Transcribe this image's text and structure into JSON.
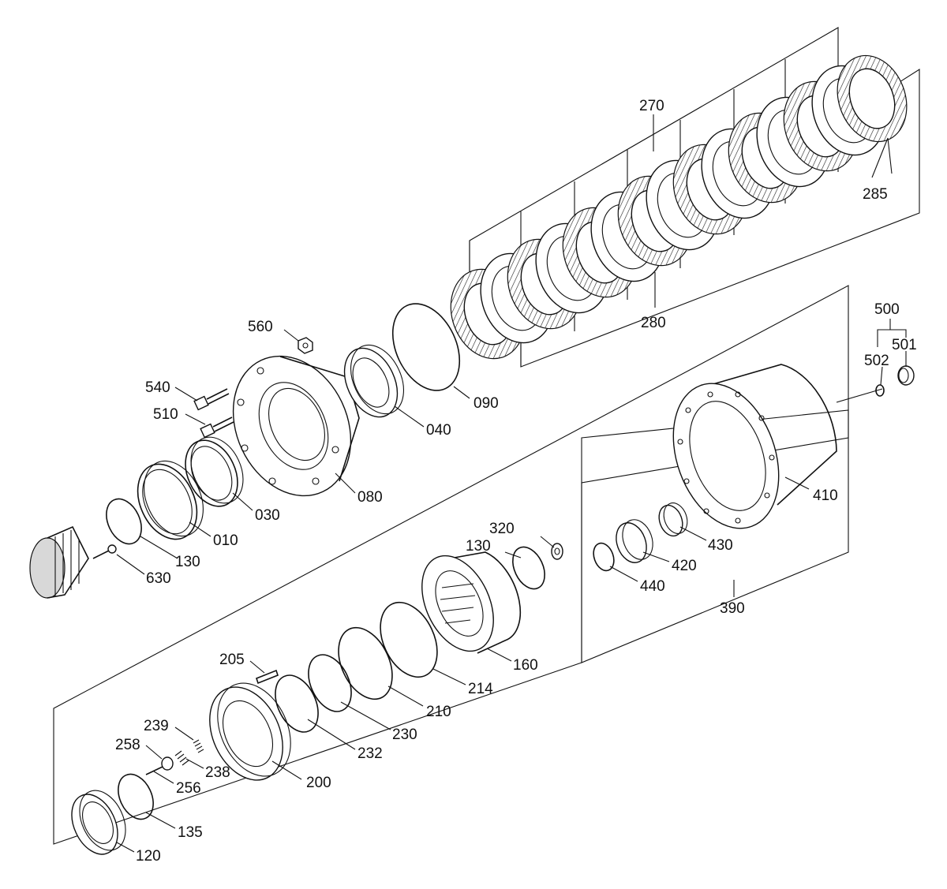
{
  "diagram": {
    "labels": {
      "l270": "270",
      "l285": "285",
      "l280": "280",
      "l560": "560",
      "l540": "540",
      "l510": "510",
      "l090": "090",
      "l040": "040",
      "l080": "080",
      "l030": "030",
      "l010": "010",
      "l130a": "130",
      "l630": "630",
      "l500": "500",
      "l502": "502",
      "l501": "501",
      "l410": "410",
      "l320": "320",
      "l130b": "130",
      "l430": "430",
      "l420": "420",
      "l440": "440",
      "l390": "390",
      "l160": "160",
      "l214": "214",
      "l210": "210",
      "l230": "230",
      "l232": "232",
      "l205": "205",
      "l239": "239",
      "l258": "258",
      "l238": "238",
      "l256": "256",
      "l200": "200",
      "l135": "135",
      "l120": "120"
    }
  }
}
